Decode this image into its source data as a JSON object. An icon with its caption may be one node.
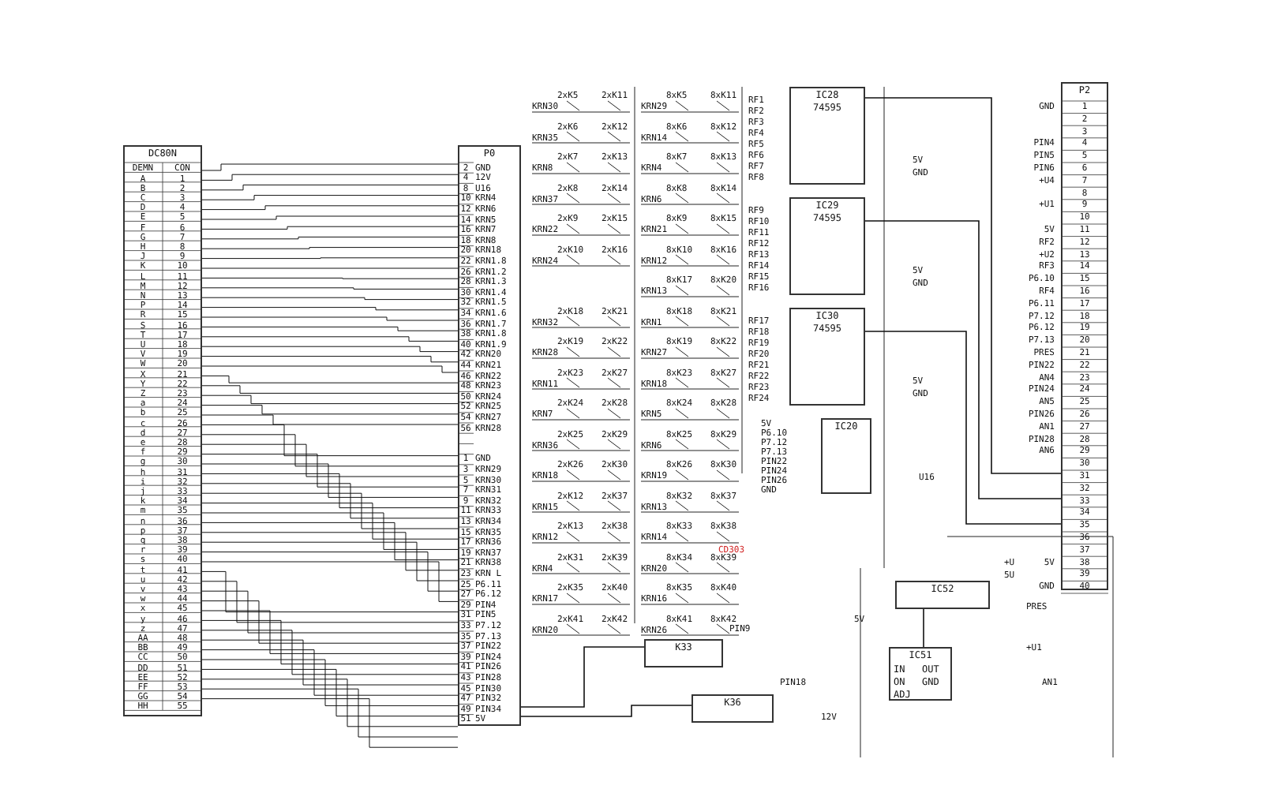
{
  "diagram": {
    "nodes": [
      {
        "text": [
          "DC80N"
        ]
      },
      {
        "text": [
          "P0"
        ]
      },
      {
        "text": [
          "IC28",
          "74595"
        ]
      },
      {
        "text": [
          "IC29",
          "74595"
        ]
      },
      {
        "text": [
          "IC30",
          "74595"
        ]
      },
      {
        "text": [
          "IC20"
        ]
      },
      {
        "text": [
          "P2"
        ]
      },
      {
        "text": [
          "K33"
        ]
      },
      {
        "text": [
          "K36"
        ]
      },
      {
        "text": [
          "IC52"
        ]
      },
      {
        "text": [
          "IC51",
          "IN",
          "OUT",
          "ON",
          "GND",
          "ADJ"
        ]
      }
    ],
    "edges": [
      {
        "from": 0,
        "to": 1,
        "arrow": "none"
      },
      {
        "from": 1,
        "to": 7,
        "arrow": "none"
      },
      {
        "from": 2,
        "to": 6,
        "arrow": "none"
      },
      {
        "from": 3,
        "to": 6,
        "arrow": "none"
      },
      {
        "from": 4,
        "to": 6,
        "arrow": "none"
      },
      {
        "from": 10,
        "to": 9,
        "arrow": "none"
      },
      {
        "from": 1,
        "to": 8,
        "arrow": "none"
      }
    ],
    "labels": [
      "DEMN",
      "CON",
      "A",
      "1",
      "B",
      "2",
      "C",
      "3",
      "D",
      "4",
      "E",
      "5",
      "F",
      "6",
      "G",
      "7",
      "H",
      "8",
      "J",
      "9",
      "K",
      "10",
      "L",
      "11",
      "M",
      "12",
      "N",
      "13",
      "P",
      "14",
      "R",
      "15",
      "S",
      "16",
      "T",
      "17",
      "U",
      "18",
      "V",
      "19",
      "W",
      "20",
      "X",
      "21",
      "Y",
      "22",
      "Z",
      "23",
      "a",
      "24",
      "b",
      "25",
      "c",
      "26",
      "d",
      "27",
      "e",
      "28",
      "f",
      "29",
      "g",
      "30",
      "h",
      "31",
      "i",
      "32",
      "j",
      "33",
      "k",
      "34",
      "m",
      "35",
      "n",
      "36",
      "p",
      "37",
      "q",
      "38",
      "r",
      "39",
      "s",
      "40",
      "t",
      "41",
      "u",
      "42",
      "v",
      "43",
      "w",
      "44",
      "x",
      "45",
      "y",
      "46",
      "z",
      "47",
      "AA",
      "48",
      "BB",
      "49",
      "CC",
      "50",
      "DD",
      "51",
      "EE",
      "52",
      "FF",
      "53",
      "GG",
      "54",
      "HH",
      "55",
      "2",
      "GND",
      "4",
      "12V",
      "8",
      "U16",
      "10",
      "KRN4",
      "12",
      "KRN6",
      "14",
      "KRN5",
      "16",
      "KRN7",
      "18",
      "KRN8",
      "20",
      "KRN18",
      "22",
      "KRN1.8",
      "26",
      "KRN1.2",
      "28",
      "KRN1.3",
      "30",
      "KRN1.4",
      "32",
      "KRN1.5",
      "34",
      "KRN1.6",
      "36",
      "KRN1.7",
      "38",
      "KRN1.8",
      "40",
      "KRN1.9",
      "42",
      "KRN20",
      "44",
      "KRN21",
      "46",
      "KRN22",
      "48",
      "KRN23",
      "50",
      "KRN24",
      "52",
      "KRN25",
      "54",
      "KRN27",
      "56",
      "KRN28",
      "1",
      "GND",
      "3",
      "KRN29",
      "5",
      "KRN30",
      "7",
      "KRN31",
      "9",
      "KRN32",
      "11",
      "KRN33",
      "13",
      "KRN34",
      "15",
      "KRN35",
      "17",
      "KRN36",
      "19",
      "KRN37",
      "21",
      "KRN38",
      "23",
      "KRN L",
      "25",
      "P6.11",
      "27",
      "P6.12",
      "29",
      "PIN4",
      "31",
      "PIN5",
      "33",
      "P7.12",
      "35",
      "P7.13",
      "37",
      "PIN22",
      "39",
      "PIN24",
      "41",
      "PIN26",
      "43",
      "PIN28",
      "45",
      "PIN30",
      "47",
      "PIN32",
      "49",
      "PIN34",
      "51",
      "5V",
      "2xK5",
      "2xK11",
      "KRN30",
      "2xK6",
      "2xK12",
      "KRN35",
      "2xK7",
      "2xK13",
      "KRN8",
      "2xK8",
      "2xK14",
      "KRN37",
      "2xK9",
      "2xK15",
      "KRN22",
      "2xK10",
      "2xK16",
      "KRN24",
      "2xK18",
      "2xK21",
      "KRN32",
      "2xK19",
      "2xK22",
      "KRN28",
      "2xK23",
      "2xK27",
      "KRN11",
      "2xK24",
      "2xK28",
      "KRN7",
      "2xK25",
      "2xK29",
      "KRN36",
      "2xK26",
      "2xK30",
      "KRN18",
      "2xK12",
      "2xK37",
      "KRN15",
      "2xK13",
      "2xK38",
      "KRN12",
      "2xK31",
      "2xK39",
      "KRN4",
      "2xK35",
      "2xK40",
      "KRN17",
      "2xK41",
      "2xK42",
      "KRN20",
      "8xK5",
      "8xK11",
      "KRN29",
      "8xK6",
      "8xK12",
      "KRN14",
      "8xK7",
      "8xK13",
      "KRN4",
      "8xK8",
      "8xK14",
      "KRN6",
      "8xK9",
      "8xK15",
      "KRN21",
      "8xK10",
      "8xK16",
      "KRN12",
      "8xK17",
      "8xK20",
      "KRN13",
      "8xK18",
      "8xK21",
      "KRN1",
      "8xK19",
      "8xK22",
      "KRN27",
      "8xK23",
      "8xK27",
      "KRN18",
      "8xK24",
      "8xK28",
      "KRN5",
      "8xK25",
      "8xK29",
      "KRN6",
      "8xK26",
      "8xK30",
      "KRN19",
      "8xK32",
      "8xK37",
      "KRN13",
      "8xK33",
      "8xK38",
      "KRN14",
      "8xK34",
      "8xK39",
      "KRN20",
      "8xK35",
      "8xK40",
      "KRN16",
      "8xK41",
      "8xK42",
      "KRN26",
      "RF1",
      "RF2",
      "RF3",
      "RF4",
      "RF5",
      "RF6",
      "RF7",
      "RF8",
      "RF9",
      "RF10",
      "RF11",
      "RF12",
      "RF13",
      "RF14",
      "RF15",
      "RF16",
      "RF17",
      "RF18",
      "RF19",
      "RF20",
      "RF21",
      "RF22",
      "RF23",
      "RF24",
      "5V",
      "P6.10",
      "P7.12",
      "P7.13",
      "PIN22",
      "PIN24",
      "PIN26",
      "GND",
      "5V",
      "GND",
      "5V",
      "GND",
      "5V",
      "GND",
      "1",
      "2",
      "3",
      "4",
      "5",
      "6",
      "7",
      "8",
      "9",
      "10",
      "11",
      "12",
      "13",
      "14",
      "15",
      "16",
      "17",
      "18",
      "19",
      "20",
      "21",
      "22",
      "23",
      "24",
      "25",
      "26",
      "27",
      "28",
      "29",
      "30",
      "31",
      "32",
      "33",
      "34",
      "35",
      "36",
      "37",
      "38",
      "39",
      "40",
      "GND",
      "PIN4",
      "PIN5",
      "PIN6",
      "+U4",
      "+U1",
      "5V",
      "RF2",
      "+U2",
      "RF3",
      "P6.10",
      "RF4",
      "P6.11",
      "P7.12",
      "P6.12",
      "P7.13",
      "PRES",
      "PIN22",
      "AN4",
      "PIN24",
      "AN5",
      "PIN26",
      "AN1",
      "PIN28",
      "AN6",
      "5V",
      "GND",
      "CD303",
      "PIN9",
      "PIN18",
      "12V",
      "5V",
      "+U",
      "5U",
      "PRES",
      "+U1",
      "AN1",
      "U16"
    ]
  }
}
